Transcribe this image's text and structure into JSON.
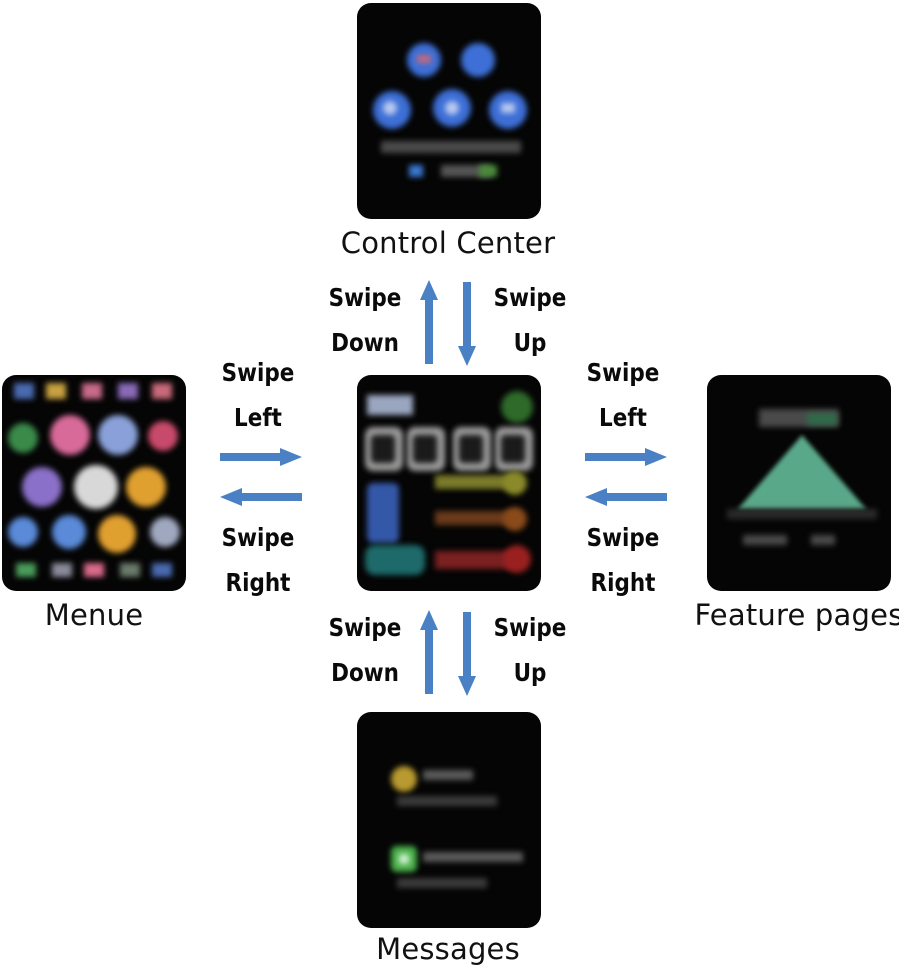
{
  "colors": {
    "arrow": "#4a80c4",
    "screen_bg": "#050505",
    "label_text": "#111111"
  },
  "screens": {
    "control_center": {
      "label": "Control Center"
    },
    "menu": {
      "label": "Menue"
    },
    "feature_pages": {
      "label": "Feature pages"
    },
    "messages": {
      "label": "Messages"
    },
    "home": {
      "label": ""
    }
  },
  "gestures": {
    "top_left": {
      "line1": "Swipe",
      "line2": "Down",
      "direction": "up-arrow"
    },
    "top_right": {
      "line1": "Swipe",
      "line2": "Up",
      "direction": "down-arrow"
    },
    "bottom_left": {
      "line1": "Swipe",
      "line2": "Down",
      "direction": "up-arrow"
    },
    "bottom_right": {
      "line1": "Swipe",
      "line2": "Up",
      "direction": "down-arrow"
    },
    "left_top": {
      "line1": "Swipe",
      "line2": "Left",
      "direction": "right-arrow"
    },
    "left_bottom": {
      "line1": "Swipe",
      "line2": "Right",
      "direction": "left-arrow"
    },
    "right_top": {
      "line1": "Swipe",
      "line2": "Left",
      "direction": "right-arrow"
    },
    "right_bottom": {
      "line1": "Swipe",
      "line2": "Right",
      "direction": "left-arrow"
    }
  }
}
